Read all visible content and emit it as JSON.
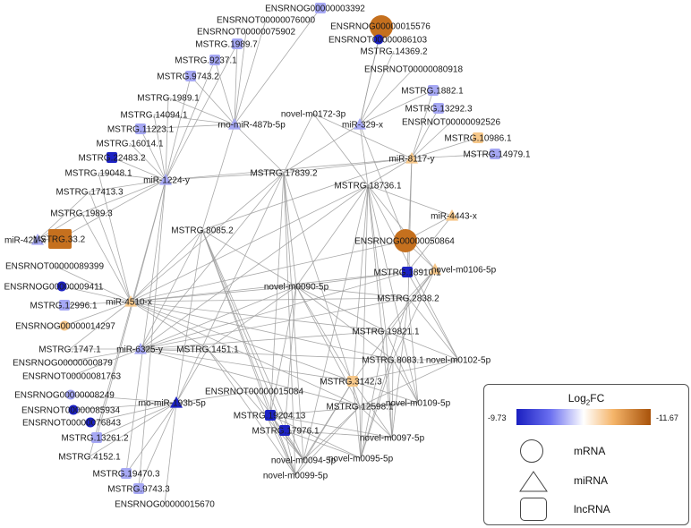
{
  "legend": {
    "title_prefix": "Log",
    "title_sub": "2",
    "title_suffix": "FC",
    "min_label": "-9.73",
    "max_label": "-11.67",
    "shapes": [
      "mRNA",
      "miRNA",
      "lncRNA"
    ]
  },
  "colors": {
    "edge": "#9a9a9a",
    "strong_blue": "#1c22c4",
    "light_blue": "#a6a8f4",
    "light_orange": "#f7c88a",
    "dark_orange": "#c5701e"
  },
  "nodes": [
    {
      "id": "n1",
      "label": "ENSRNOG00000003392",
      "shape": "rect",
      "color": "light_blue"
    },
    {
      "id": "n2",
      "label": "ENSRNOT00000076000",
      "shape": "none",
      "color": "none"
    },
    {
      "id": "n3",
      "label": "ENSRNOG00000015576",
      "shape": "circle",
      "color": "dark_orange"
    },
    {
      "id": "n4",
      "label": "ENSRNOT00000075902",
      "shape": "none",
      "color": "none"
    },
    {
      "id": "n5",
      "label": "ENSRNOT00000086103",
      "shape": "circle",
      "color": "strong_blue"
    },
    {
      "id": "n6",
      "label": "MSTRG.1989.7",
      "shape": "rect",
      "color": "light_blue"
    },
    {
      "id": "n7",
      "label": "MSTRG.14369.2",
      "shape": "none",
      "color": "none"
    },
    {
      "id": "n8",
      "label": "MSTRG.9237.1",
      "shape": "rect",
      "color": "light_blue"
    },
    {
      "id": "n9",
      "label": "ENSRNOT00000080918",
      "shape": "none",
      "color": "none"
    },
    {
      "id": "n10",
      "label": "MSTRG.9743.2",
      "shape": "rect",
      "color": "light_blue"
    },
    {
      "id": "n11",
      "label": "MSTRG.1882.1",
      "shape": "rect",
      "color": "light_blue"
    },
    {
      "id": "n12",
      "label": "MSTRG.1989.1",
      "shape": "none",
      "color": "none"
    },
    {
      "id": "n13",
      "label": "MSTRG.13292.3",
      "shape": "rect",
      "color": "light_blue"
    },
    {
      "id": "n14",
      "label": "MSTRG.14094.1",
      "shape": "none",
      "color": "none"
    },
    {
      "id": "n15",
      "label": "rno-miR-487b-5p",
      "shape": "triangle",
      "color": "light_blue"
    },
    {
      "id": "n16",
      "label": "novel-m0172-3p",
      "shape": "none",
      "color": "none"
    },
    {
      "id": "n17",
      "label": "ENSRNOT00000092526",
      "shape": "none",
      "color": "none"
    },
    {
      "id": "n18",
      "label": "MSTRG.11223.1",
      "shape": "rect",
      "color": "light_blue"
    },
    {
      "id": "n19",
      "label": "miR-329-x",
      "shape": "triangle",
      "color": "light_blue"
    },
    {
      "id": "n20",
      "label": "MSTRG.10986.1",
      "shape": "rect",
      "color": "light_orange"
    },
    {
      "id": "n21",
      "label": "MSTRG.16014.1",
      "shape": "none",
      "color": "none"
    },
    {
      "id": "n22",
      "label": "MSTRG.22483.2",
      "shape": "rect",
      "color": "strong_blue"
    },
    {
      "id": "n23",
      "label": "miR-8117-y",
      "shape": "triangle",
      "color": "light_orange"
    },
    {
      "id": "n24",
      "label": "MSTRG.14979.1",
      "shape": "rect",
      "color": "light_blue"
    },
    {
      "id": "n25",
      "label": "MSTRG.19048.1",
      "shape": "none",
      "color": "none"
    },
    {
      "id": "n26",
      "label": "MSTRG.17839.2",
      "shape": "none",
      "color": "none"
    },
    {
      "id": "n27",
      "label": "miR-1224-y",
      "shape": "triangle",
      "color": "light_blue"
    },
    {
      "id": "n28",
      "label": "MSTRG.18736.1",
      "shape": "none",
      "color": "none"
    },
    {
      "id": "n29",
      "label": "MSTRG.17413.3",
      "shape": "none",
      "color": "none"
    },
    {
      "id": "n30",
      "label": "miR-4443-x",
      "shape": "triangle",
      "color": "light_orange"
    },
    {
      "id": "n31",
      "label": "MSTRG.1989.3",
      "shape": "none",
      "color": "none"
    },
    {
      "id": "n32",
      "label": "MSTRG.8085.2",
      "shape": "none",
      "color": "none"
    },
    {
      "id": "n33",
      "label": "miR-421-x",
      "shape": "triangle",
      "color": "light_blue"
    },
    {
      "id": "n34",
      "label": "MSTRG.33.2",
      "shape": "rect",
      "color": "dark_orange"
    },
    {
      "id": "n35",
      "label": "ENSRNOG00000050864",
      "shape": "circle",
      "color": "dark_orange"
    },
    {
      "id": "n36",
      "label": "ENSRNOT00000089399",
      "shape": "none",
      "color": "none"
    },
    {
      "id": "n37",
      "label": "MSTRG.18910.1",
      "shape": "rect",
      "color": "strong_blue"
    },
    {
      "id": "n38",
      "label": "novel-m0106-5p",
      "shape": "triangle",
      "color": "light_orange"
    },
    {
      "id": "n39",
      "label": "ENSRNOG00000009411",
      "shape": "circle",
      "color": "strong_blue"
    },
    {
      "id": "n40",
      "label": "novel-m0090-5p",
      "shape": "none",
      "color": "none"
    },
    {
      "id": "n41",
      "label": "MSTRG.2838.2",
      "shape": "none",
      "color": "none"
    },
    {
      "id": "n42",
      "label": "miR-4510-x",
      "shape": "triangle",
      "color": "light_orange"
    },
    {
      "id": "n43",
      "label": "MSTRG.12996.1",
      "shape": "rect",
      "color": "light_blue"
    },
    {
      "id": "n44",
      "label": "ENSRNOG00000014297",
      "shape": "circle",
      "color": "light_orange"
    },
    {
      "id": "n45",
      "label": "MSTRG.19821.1",
      "shape": "none",
      "color": "none"
    },
    {
      "id": "n46",
      "label": "MSTRG.1747.1",
      "shape": "none",
      "color": "none"
    },
    {
      "id": "n47",
      "label": "miR-6325-y",
      "shape": "triangle",
      "color": "light_blue"
    },
    {
      "id": "n48",
      "label": "MSTRG.1451.1",
      "shape": "none",
      "color": "none"
    },
    {
      "id": "n49",
      "label": "ENSRNOG00000000879",
      "shape": "none",
      "color": "none"
    },
    {
      "id": "n50",
      "label": "MSTRG.8083.1",
      "shape": "none",
      "color": "none"
    },
    {
      "id": "n51",
      "label": "novel-m0102-5p",
      "shape": "none",
      "color": "none"
    },
    {
      "id": "n52",
      "label": "ENSRNOT00000081763",
      "shape": "none",
      "color": "none"
    },
    {
      "id": "n53",
      "label": "MSTRG.3142.3",
      "shape": "rect",
      "color": "light_orange"
    },
    {
      "id": "n54",
      "label": "ENSRNOT00000015084",
      "shape": "none",
      "color": "none"
    },
    {
      "id": "n55",
      "label": "ENSRNOG00000008249",
      "shape": "circle",
      "color": "light_blue"
    },
    {
      "id": "n56",
      "label": "rno-miR-193b-5p",
      "shape": "triangle",
      "color": "strong_blue"
    },
    {
      "id": "n57",
      "label": "MSTRG.12598.1",
      "shape": "none",
      "color": "none"
    },
    {
      "id": "n58",
      "label": "novel-m0109-5p",
      "shape": "none",
      "color": "none"
    },
    {
      "id": "n59",
      "label": "ENSRNOT00000085934",
      "shape": "circle",
      "color": "strong_blue"
    },
    {
      "id": "n60",
      "label": "MSTRG.19204.13",
      "shape": "rect",
      "color": "strong_blue"
    },
    {
      "id": "n61",
      "label": "ENSRNOT00000076843",
      "shape": "circle",
      "color": "strong_blue"
    },
    {
      "id": "n62",
      "label": "MSTRG.13261.2",
      "shape": "rect",
      "color": "light_blue"
    },
    {
      "id": "n63",
      "label": "MSTRG.17976.1",
      "shape": "rect",
      "color": "strong_blue"
    },
    {
      "id": "n64",
      "label": "novel-m0097-5p",
      "shape": "none",
      "color": "none"
    },
    {
      "id": "n65",
      "label": "MSTRG.4152.1",
      "shape": "none",
      "color": "none"
    },
    {
      "id": "n66",
      "label": "novel-m0094-5p",
      "shape": "none",
      "color": "none"
    },
    {
      "id": "n67",
      "label": "novel-m0095-5p",
      "shape": "none",
      "color": "none"
    },
    {
      "id": "n68",
      "label": "MSTRG.19470.3",
      "shape": "rect",
      "color": "light_blue"
    },
    {
      "id": "n69",
      "label": "novel-m0099-5p",
      "shape": "none",
      "color": "none"
    },
    {
      "id": "n70",
      "label": "MSTRG.9743.3",
      "shape": "rect",
      "color": "light_blue"
    },
    {
      "id": "n71",
      "label": "ENSRNOG00000015670",
      "shape": "none",
      "color": "none"
    }
  ]
}
